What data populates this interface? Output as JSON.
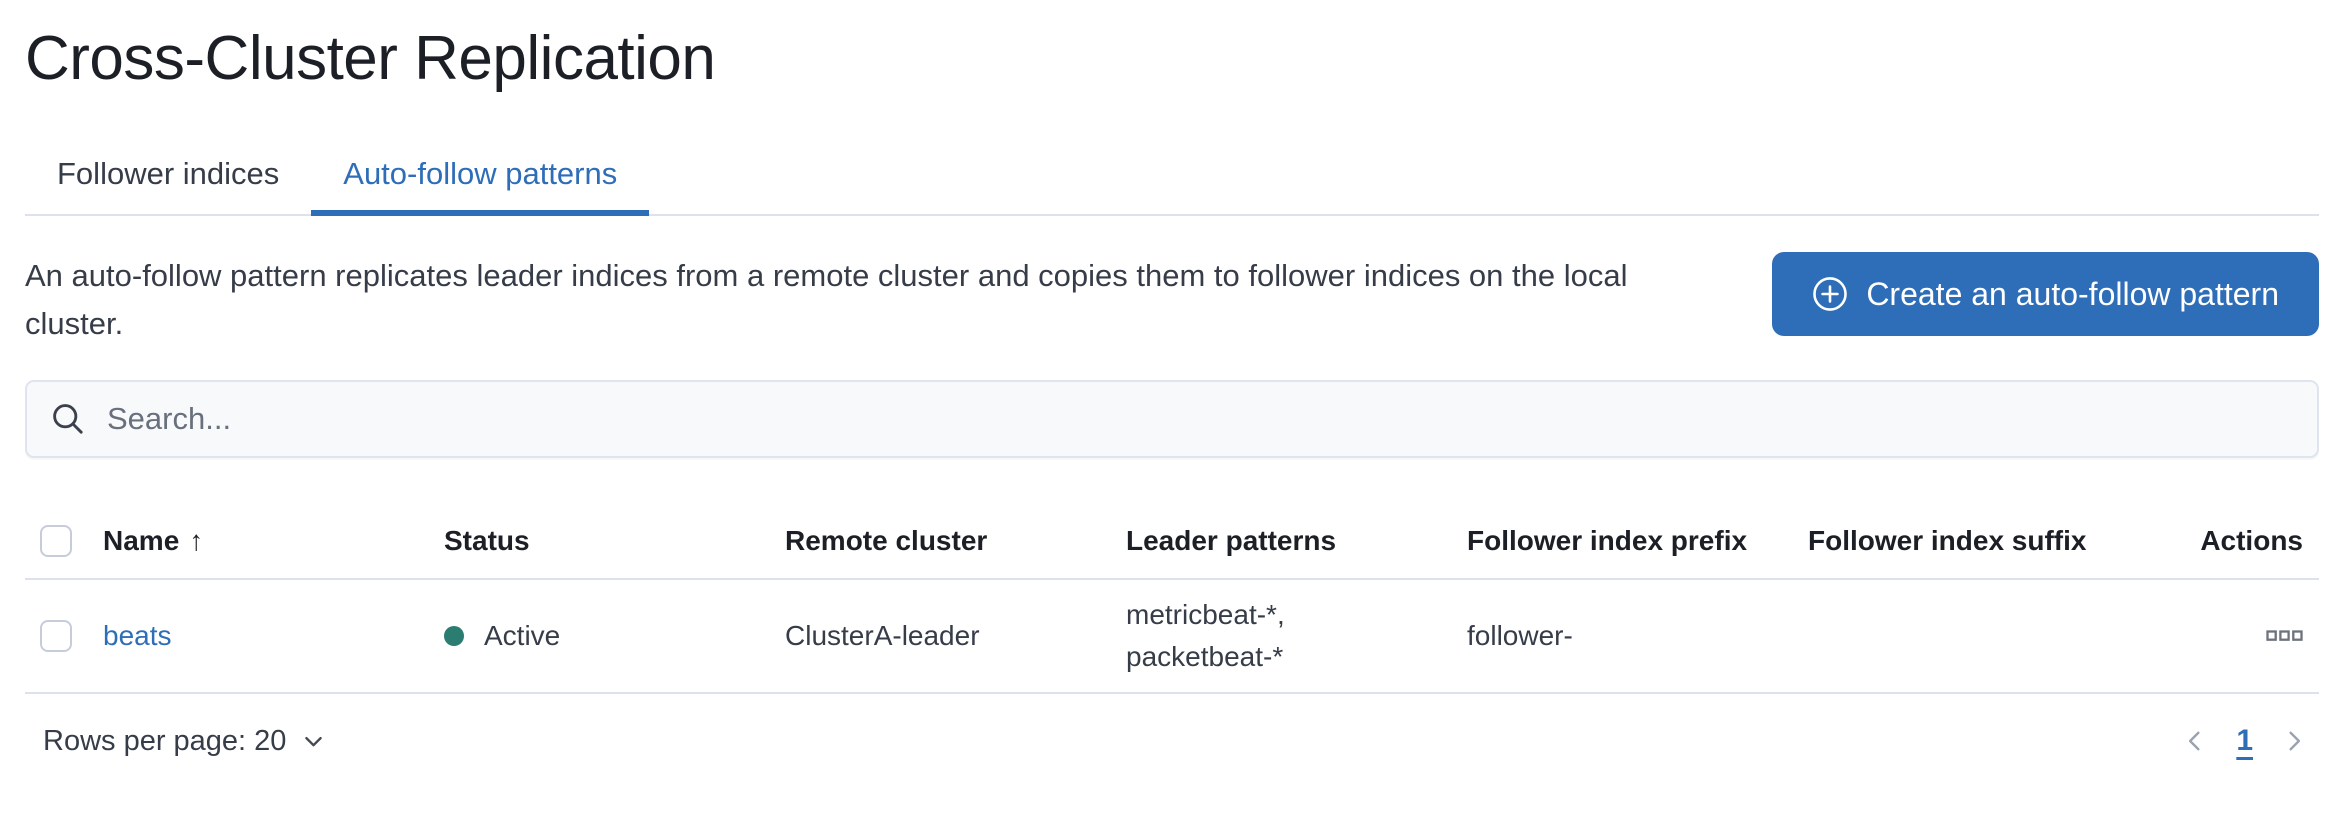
{
  "page": {
    "title": "Cross-Cluster Replication"
  },
  "tabs": [
    {
      "label": "Follower indices",
      "active": false
    },
    {
      "label": "Auto-follow patterns",
      "active": true
    }
  ],
  "intro": {
    "description": "An auto-follow pattern replicates leader indices from a remote cluster and copies them to follower indices on the local cluster.",
    "create_button_label": "Create an auto-follow pattern"
  },
  "search": {
    "placeholder": "Search..."
  },
  "table": {
    "columns": [
      "Name",
      "Status",
      "Remote cluster",
      "Leader patterns",
      "Follower index prefix",
      "Follower index suffix",
      "Actions"
    ],
    "sort": {
      "column": "Name",
      "direction": "ascending"
    },
    "rows": [
      {
        "name": "beats",
        "status": "Active",
        "remote_cluster": "ClusterA-leader",
        "leader_patterns": [
          "metricbeat-*,",
          "packetbeat-*"
        ],
        "follower_index_prefix": "follower-",
        "follower_index_suffix": ""
      }
    ]
  },
  "pagination": {
    "rows_per_page": "Rows per page: 20",
    "pages": [
      "1"
    ],
    "current_page": "1"
  },
  "icons": {
    "sort_ascending": "↑"
  },
  "colors": {
    "accent_blue": "#2e6db7",
    "link_blue": "#2e6db7",
    "tab_active_blue": "#2e6db7",
    "status_active_dot": "#2b7c71",
    "border_light": "#dde1ec",
    "icon_gray": "#6d727c",
    "disabled_gray": "#9aa2b1"
  }
}
